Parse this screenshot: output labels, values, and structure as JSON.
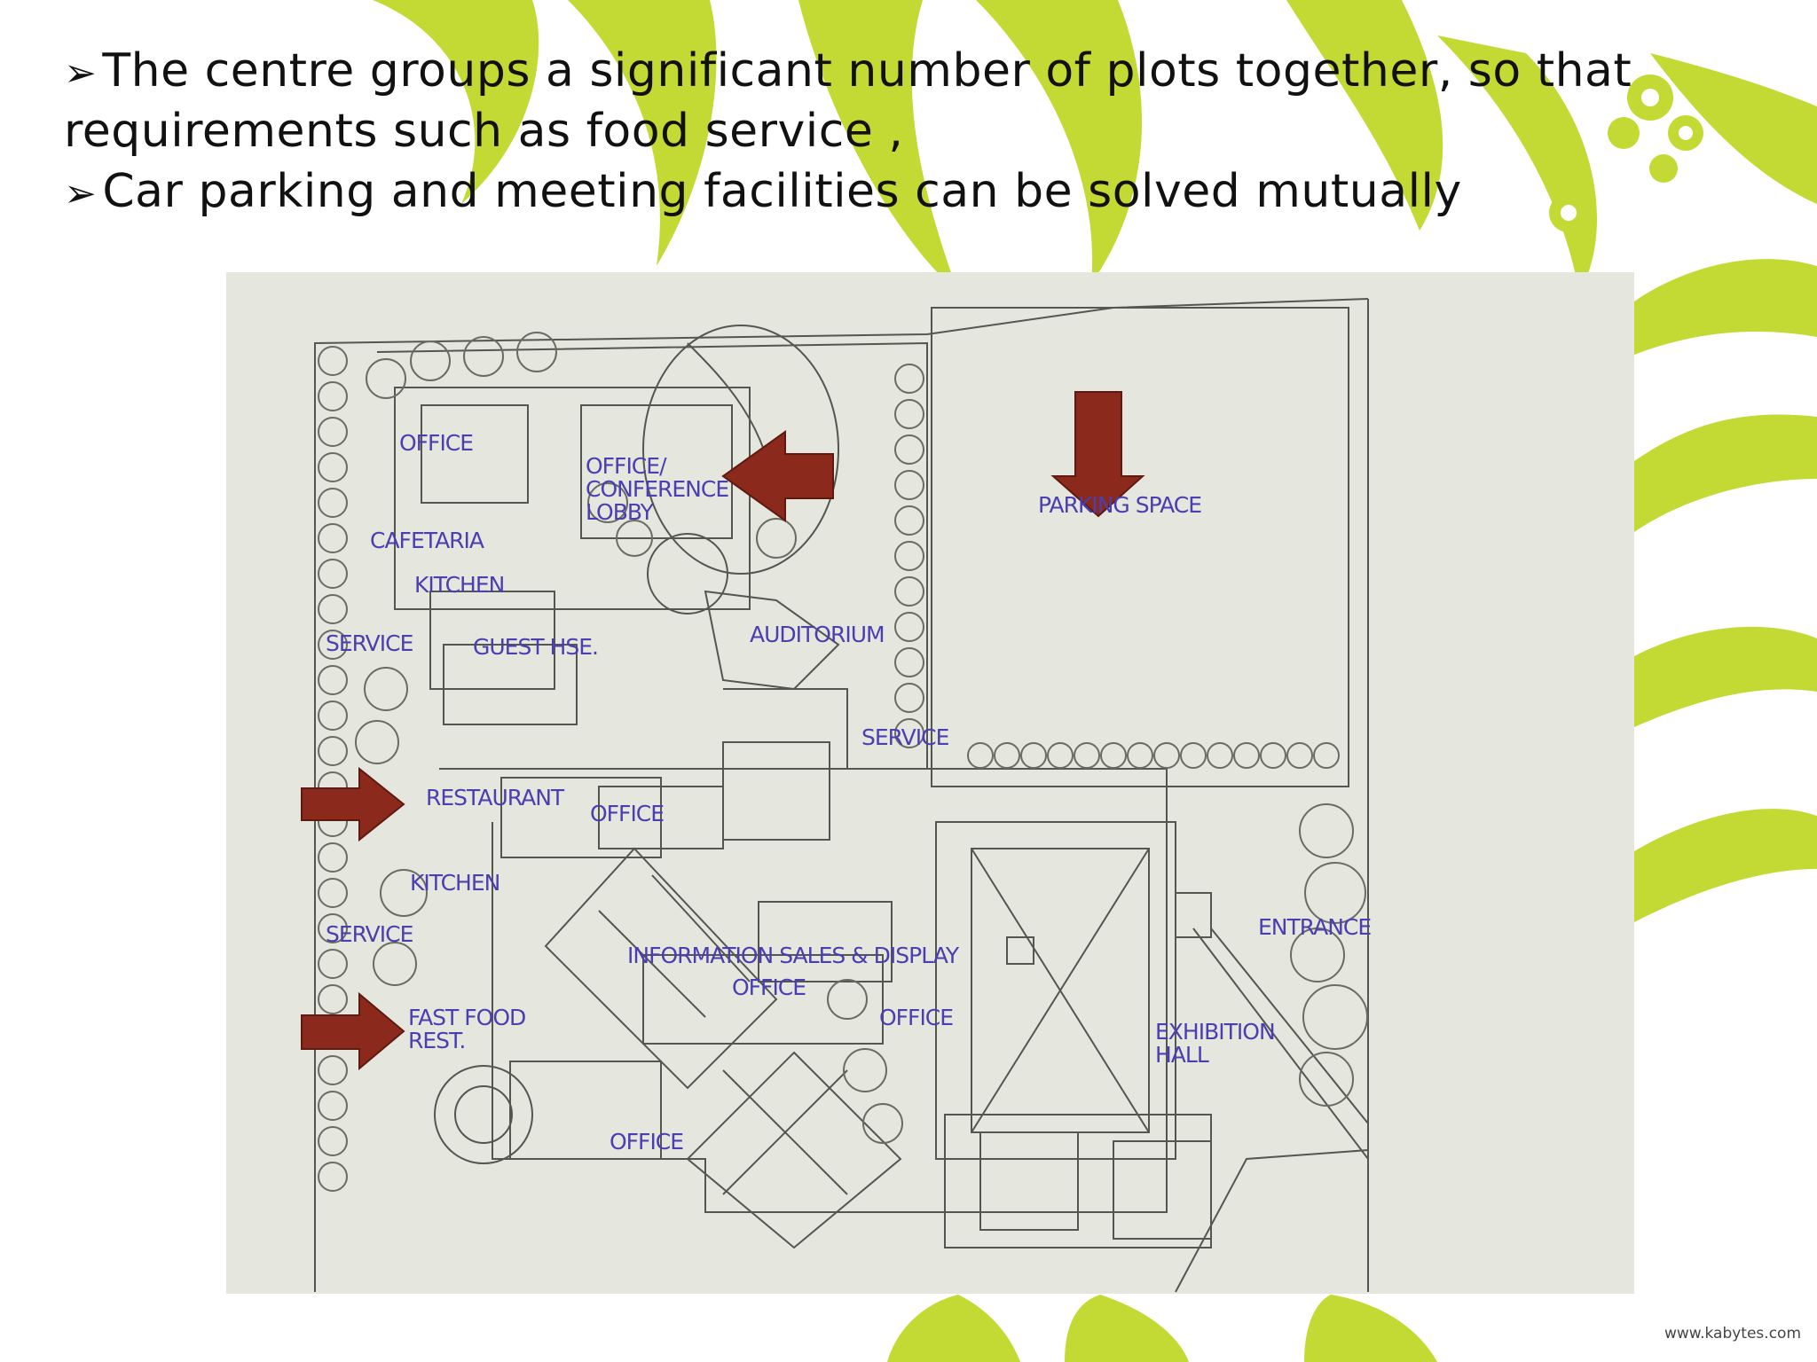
{
  "slide": {
    "bullet_marker": "➢",
    "bullet1_line1": "The centre groups a significant number of plots together, so that",
    "bullet1_line2": "requirements such as food service ,",
    "bullet2": "Car parking and meeting facilities can be solved mutually",
    "watermark": "www.kabytes.com"
  },
  "plan": {
    "labels": {
      "office_top": "OFFICE",
      "office_conference": "OFFICE/",
      "office_conference2": "CONFERENCE",
      "office_conference3": "LOBBY",
      "parking": "PARKING SPACE",
      "cafetaria": "CAFETARIA",
      "kitchen_top": "KITCHEN",
      "service_left": "SERVICE",
      "guest_house": "GUEST HSE.",
      "auditorium": "AUDITORIUM",
      "service_mid": "SERVICE",
      "restaurant": "RESTAURANT",
      "office_mid": "OFFICE",
      "kitchen_bottom": "KITCHEN",
      "service_bottom": "SERVICE",
      "info_sales": "INFORMATION SALES & DISPLAY",
      "info_office": "OFFICE",
      "entrance": "ENTRANCE",
      "fast_food": "FAST FOOD",
      "fast_food2": "REST.",
      "office_right": "OFFICE",
      "exhibition": "EXHIBITION",
      "exhibition2": "HALL",
      "office_bottom": "OFFICE"
    }
  },
  "colors": {
    "accent_green": "#c3d934",
    "arrow_red": "#8b2a1c",
    "label_blue": "#4a3fb0",
    "paper": "#e5e6de"
  }
}
